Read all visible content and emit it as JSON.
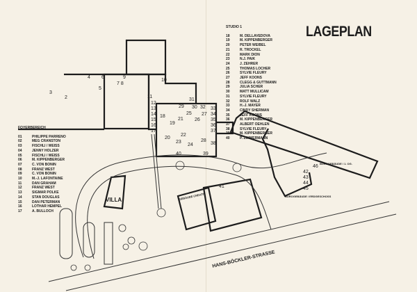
{
  "title": "LAGEPLAN",
  "studio": {
    "heading": "STUDIO 1",
    "entries": [
      {
        "num": "18",
        "name": "M. DELLAVEDOVA"
      },
      {
        "num": "19",
        "name": "M. KIPPENBERGER"
      },
      {
        "num": "20",
        "name": "PETER WEIBEL"
      },
      {
        "num": "21",
        "name": "R. TROCKEL"
      },
      {
        "num": "22",
        "name": "MARK DION"
      },
      {
        "num": "23",
        "name": "N.J. PAIK"
      },
      {
        "num": "24",
        "name": "J. ZEHRER"
      },
      {
        "num": "25",
        "name": "THOMAS LOCHER"
      },
      {
        "num": "26",
        "name": "SYLVIE FLEURY"
      },
      {
        "num": "27",
        "name": "JEFF KOONS"
      },
      {
        "num": "28",
        "name": "CLEGG & GUTTMANN"
      },
      {
        "num": "29",
        "name": "JULIA SCHER"
      },
      {
        "num": "30",
        "name": "MATT MULLICAM"
      },
      {
        "num": "31",
        "name": "SYLVIE FLEURY"
      },
      {
        "num": "32",
        "name": "ROLF WALZ"
      },
      {
        "num": "33",
        "name": "H.-J. MAYER"
      },
      {
        "num": "34",
        "name": "CINDY SHERMAN"
      },
      {
        "num": "35",
        "name": "JEFF KOONS"
      },
      {
        "num": "36",
        "name": "M. KIPPENBERGER"
      },
      {
        "num": "37",
        "name": "ALBERT OEHLEN"
      },
      {
        "num": "38",
        "name": "SYLVIE FLEURY"
      },
      {
        "num": "39",
        "name": "M. KIPPENBERGER"
      },
      {
        "num": "40",
        "name": "P. ZIMMERMANN"
      }
    ]
  },
  "foyer": {
    "heading": "FOYERBEREICH",
    "entries": [
      {
        "num": "01",
        "name": "PHILIPPE PARRENO"
      },
      {
        "num": "02",
        "name": "MEG CRANSTON"
      },
      {
        "num": "03",
        "name": "FISCHLI / WEISS"
      },
      {
        "num": "04",
        "name": "JENNY HOLZER"
      },
      {
        "num": "05",
        "name": "FISCHLI / WEISS"
      },
      {
        "num": "06",
        "name": "M. KIPPENBERGER"
      },
      {
        "num": "07",
        "name": "C. VON BONIN"
      },
      {
        "num": "08",
        "name": "FRANZ WEST"
      },
      {
        "num": "09",
        "name": "C. VON BONIN"
      },
      {
        "num": "10",
        "name": "M.-J. LAFONTAINE"
      },
      {
        "num": "11",
        "name": "DAN GRAHAM"
      },
      {
        "num": "12",
        "name": "FRANZ WEST"
      },
      {
        "num": "13",
        "name": "SIGMAR POLKE"
      },
      {
        "num": "14",
        "name": "STAN DOUGLAS"
      },
      {
        "num": "15",
        "name": "DAN PETERMAN"
      },
      {
        "num": "16",
        "name": "LOTHAR HEMPEL"
      },
      {
        "num": "17",
        "name": "A. BULLOCH"
      }
    ]
  },
  "map": {
    "labels": {
      "villa": "VILLA",
      "creativ": "GEBÄUDE CREATIV",
      "street": "HANS-BÖCKLER-STRASSE",
      "office_upper": "BÜROGEBÄUDE / 1. OG.",
      "office_ground": "BÜROGEBÄUDE / ERDGESCHOSS"
    },
    "numbers": [
      "2",
      "3",
      "4",
      "5",
      "6",
      "7 8",
      "9",
      "10",
      "11",
      "12",
      "13",
      "14",
      "15",
      "16",
      "17",
      "18",
      "19",
      "20",
      "21",
      "22",
      "23",
      "24",
      "25",
      "26",
      "27",
      "28",
      "29",
      "30",
      "31",
      "32",
      "33",
      "34",
      "35",
      "36",
      "37",
      "38",
      "39",
      "40",
      "41",
      "42",
      "43",
      "44",
      "45",
      "46"
    ]
  }
}
